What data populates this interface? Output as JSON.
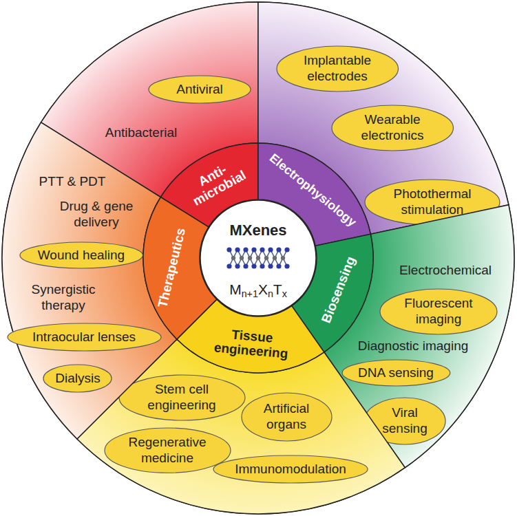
{
  "diagram": {
    "nodes": [
      {
        "text": [
          "MXenes",
          "Mn+1XnTx"
        ]
      },
      {
        "text": [
          "Anti- microbial",
          "Antibacterial"
        ]
      },
      {
        "text": [
          "Antiviral"
        ],
        "in": 1
      },
      {
        "text": [
          "Electrophysiology"
        ]
      },
      {
        "text": [
          "Implantable electrodes"
        ],
        "in": 3
      },
      {
        "text": [
          "Wearable electronics"
        ],
        "in": 3
      },
      {
        "text": [
          "Photothermal stimulation"
        ],
        "in": 3
      },
      {
        "text": [
          "Biosensing",
          "Electrochemical",
          "Diagnostic imaging"
        ]
      },
      {
        "text": [
          "Fluorescent imaging"
        ],
        "in": 7
      },
      {
        "text": [
          "DNA sensing"
        ],
        "in": 7
      },
      {
        "text": [
          "Viral sensing"
        ],
        "in": 7
      },
      {
        "text": [
          "Tissue engineering"
        ]
      },
      {
        "text": [
          "Stem cell engineering"
        ],
        "in": 11
      },
      {
        "text": [
          "Artificial organs"
        ],
        "in": 11
      },
      {
        "text": [
          "Regenerative medicine"
        ],
        "in": 11
      },
      {
        "text": [
          "Immunomodulation"
        ],
        "in": 11
      },
      {
        "text": [
          "Therapeutics",
          "PTT & PDT",
          "Drug & gene delivery",
          "Synergistic therapy"
        ]
      },
      {
        "text": [
          "Wound healing"
        ],
        "in": 16
      },
      {
        "text": [
          "Intraocular lenses"
        ],
        "in": 16
      },
      {
        "text": [
          "Dialysis"
        ],
        "in": 16
      }
    ]
  }
}
